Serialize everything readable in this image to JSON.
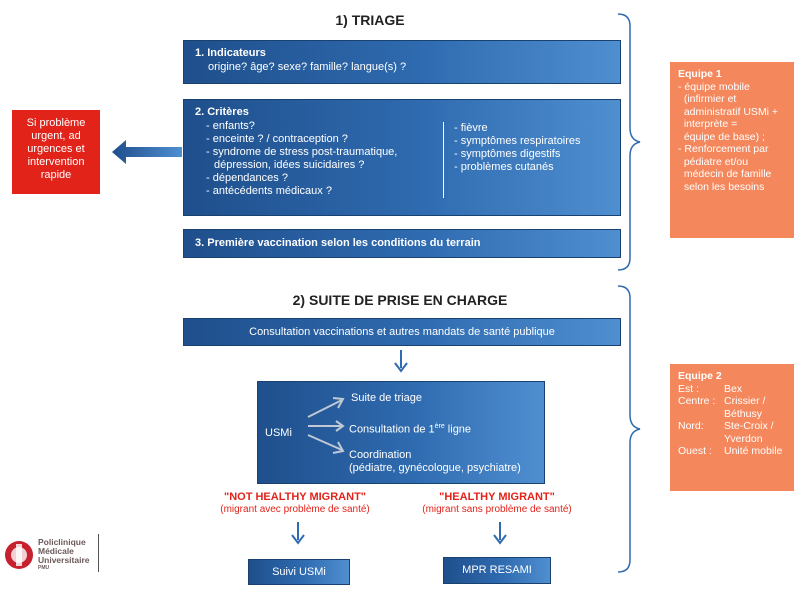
{
  "triage": {
    "title": "1) TRIAGE",
    "box1": {
      "heading": "1.  Indicateurs",
      "text": "origine? âge? sexe? famille? langue(s) ?"
    },
    "box2": {
      "heading": "2.  Critères",
      "left": [
        "- enfants?",
        "- enceinte ? / contraception ?",
        "- syndrome de stress post-traumatique,",
        "  dépression, idées suicidaires ?",
        "- dépendances ?",
        "- antécédents médicaux ?"
      ],
      "right": [
        "- fièvre",
        "- symptômes respiratoires",
        "- symptômes digestifs",
        " - problèmes cutanés"
      ]
    },
    "box3": {
      "text": "3.  Première vaccination selon les conditions du terrain"
    }
  },
  "urgent": {
    "lines": [
      "Si problème",
      "urgent, ad",
      "urgences et",
      "intervention",
      "rapide"
    ]
  },
  "equipe1": {
    "title": "Equipe 1",
    "lines": [
      "- équipe mobile",
      "  (infirmier et",
      "  administratif USMi +",
      "  interprète =",
      "  équipe de base) ;",
      "- Renforcement par",
      "  pédiatre et/ou",
      "  médecin de famille",
      "  selon les besoins"
    ]
  },
  "suite": {
    "title": "2) SUITE DE PRISE EN CHARGE",
    "consultation": "Consultation vaccinations et autres mandats de santé publique",
    "usmi": "USMi",
    "items": {
      "triage": "Suite de triage",
      "ligne_pre": "Consultation de 1",
      "ligne_sup": "ère",
      "ligne_post": " ligne",
      "coord": "Coordination",
      "coord_sub": "(pédiatre, gynécologue, psychiatre)"
    },
    "not_healthy": {
      "title": "\"NOT HEALTHY MIGRANT\"",
      "sub": "(migrant avec problème de santé)",
      "box": "Suivi USMi"
    },
    "healthy": {
      "title": "\"HEALTHY MIGRANT\"",
      "sub": "(migrant sans problème de santé)",
      "box": "MPR RESAMI"
    }
  },
  "equipe2": {
    "title": "Equipe 2",
    "rows": [
      {
        "k": "Est :",
        "v": "Bex"
      },
      {
        "k": "Centre :",
        "v": "Crissier /"
      },
      {
        "k": "",
        "v": "Béthusy"
      },
      {
        "k": "Nord:",
        "v": "Ste-Croix /"
      },
      {
        "k": "",
        "v": "Yverdon"
      },
      {
        "k": "Ouest :",
        "v": "Unité mobile"
      }
    ]
  },
  "logo": {
    "lines": [
      "Policlinique",
      "Médicale",
      "Universitaire"
    ],
    "small": "PMU"
  },
  "colors": {
    "blue_dark": "#1f4f8c",
    "blue_light": "#4f8fd0",
    "red": "#e2231a",
    "orange": "#f4875c"
  }
}
